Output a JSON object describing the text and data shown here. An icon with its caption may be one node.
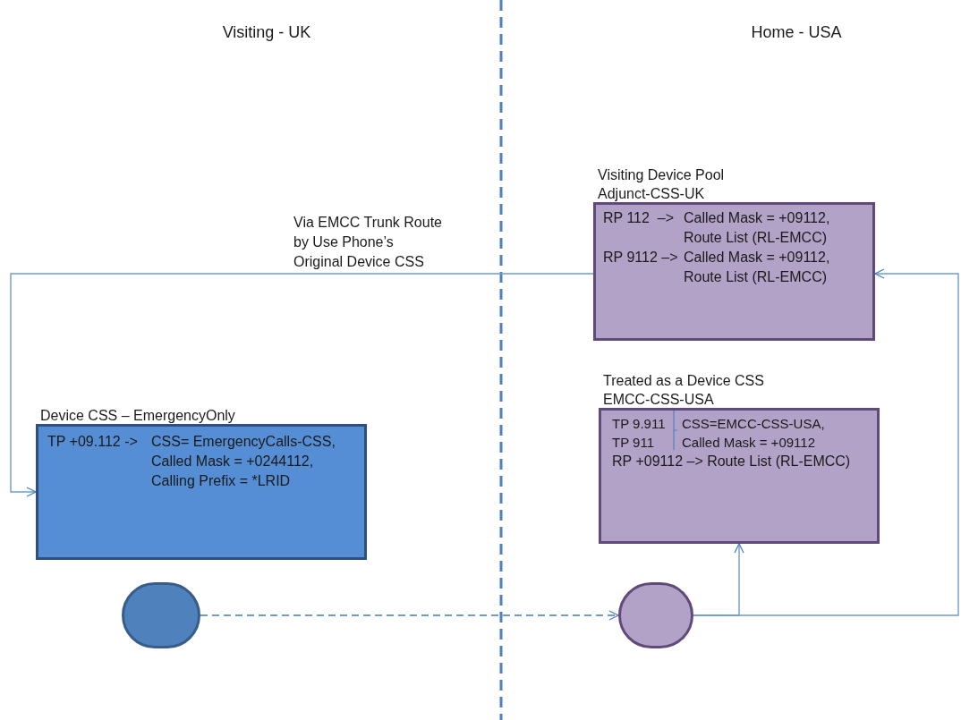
{
  "diagram": {
    "nodes": [
      {
        "text": [
          "Visiting Device Pool",
          "Adjunct-CSS-UK",
          "RP 112  –>",
          "Called Mask = +09112, Route List (RL-EMCC)",
          "RP 9112 –>",
          "Called Mask = +09112, Route List (RL-EMCC)"
        ]
      },
      {
        "text": [
          "Device CSS – EmergencyOnly",
          "TP +09.112 ->",
          "CSS= EmergencyCalls-CSS, Called Mask = +0244112, Calling Prefix = *LRID"
        ]
      },
      {
        "text": [
          "Treated as a Device CSS",
          "EMCC-CSS-USA",
          "TP 9.911",
          "TP 911",
          "CSS=EMCC-CSS-USA, Called Mask = +09112",
          "RP +09112 –> Route List (RL-EMCC)"
        ]
      },
      {
        "text": [],
        "shape": "circle"
      },
      {
        "text": [],
        "shape": "circle"
      }
    ],
    "edges": [
      {
        "from": 0,
        "to": 1,
        "arrow": "to",
        "label": "Via EMCC Trunk Route by Use Phone’s Original Device CSS"
      },
      {
        "from": 3,
        "to": 4,
        "arrow": "to",
        "style": "dashed"
      },
      {
        "from": 4,
        "to": 2,
        "arrow": "to"
      },
      {
        "from": 4,
        "to": 0,
        "arrow": "to"
      }
    ],
    "labels": [
      "Visiting - UK",
      "Home - USA"
    ]
  }
}
